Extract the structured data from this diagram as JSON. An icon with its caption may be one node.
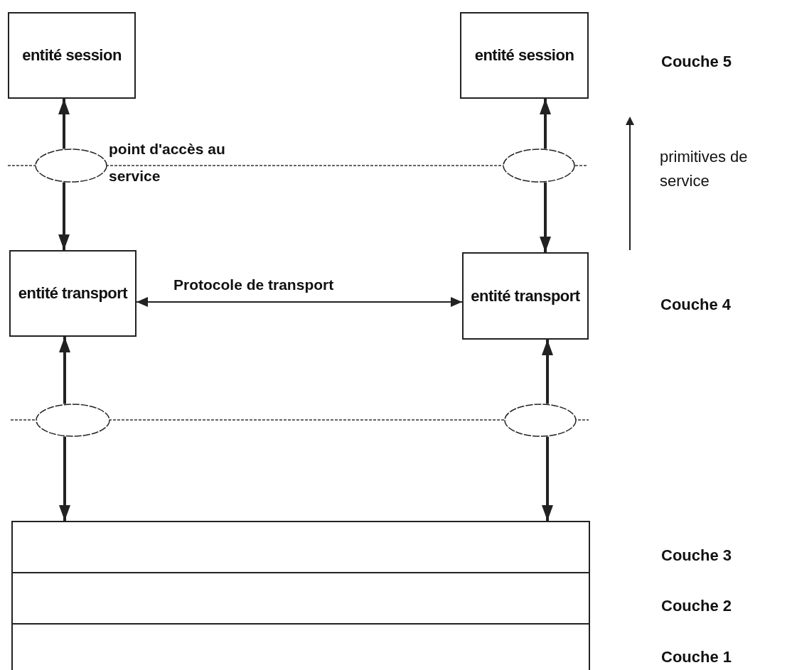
{
  "diagram": {
    "nodes": [
      {
        "text": [
          "entité session"
        ]
      },
      {
        "text": [
          "entité session"
        ]
      },
      {
        "text": [],
        "shape": "ellipse",
        "beside": [
          "point d'accès au service"
        ]
      },
      {
        "text": [],
        "shape": "ellipse"
      },
      {
        "text": [
          "entité transport"
        ]
      },
      {
        "text": [
          "entité transport"
        ]
      },
      {
        "text": [],
        "shape": "ellipse"
      },
      {
        "text": [],
        "shape": "ellipse"
      },
      {
        "text": [],
        "shape": "bar"
      },
      {
        "text": [],
        "shape": "bar"
      },
      {
        "text": [],
        "shape": "bar"
      }
    ],
    "edges": [
      {
        "from": 2,
        "to": 0,
        "arrow": "to"
      },
      {
        "from": 2,
        "to": 4,
        "arrow": "to"
      },
      {
        "from": 3,
        "to": 1,
        "arrow": "to"
      },
      {
        "from": 3,
        "to": 5,
        "arrow": "to"
      },
      {
        "from": 4,
        "to": 5,
        "arrow": "both",
        "label": "Protocole de transport"
      },
      {
        "from": 6,
        "to": 4,
        "arrow": "to"
      },
      {
        "from": 6,
        "to": 8,
        "arrow": "to"
      },
      {
        "from": 7,
        "to": 5,
        "arrow": "to"
      },
      {
        "from": 7,
        "to": 8,
        "arrow": "to"
      }
    ],
    "labels": [
      "Couche 5",
      "primitives de service",
      "Couche 4",
      "Couche 3",
      "Couche 2",
      "Couche 1"
    ]
  }
}
